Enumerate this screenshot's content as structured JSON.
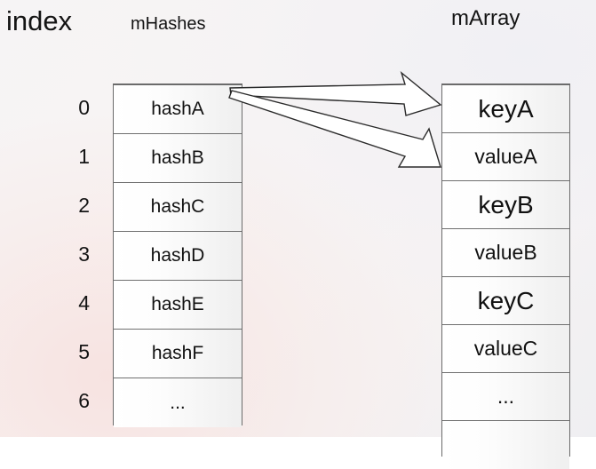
{
  "diagram": {
    "title_index": "index",
    "title_hashes": "mHashes",
    "title_array": "mArray",
    "stroke_color": "#2b2b2b",
    "border_color": "#6b6b6b",
    "text_color": "#111111"
  },
  "index_column": {
    "labels": [
      "0",
      "1",
      "2",
      "3",
      "4",
      "5",
      "6"
    ]
  },
  "hashes_table": {
    "cells": [
      {
        "text": "hashA"
      },
      {
        "text": "hashB"
      },
      {
        "text": "hashC"
      },
      {
        "text": "hashD"
      },
      {
        "text": "hashE"
      },
      {
        "text": "hashF"
      },
      {
        "text": "..."
      }
    ]
  },
  "array_table": {
    "cells": [
      {
        "text": "keyA",
        "kind": "key"
      },
      {
        "text": "valueA",
        "kind": "value"
      },
      {
        "text": "keyB",
        "kind": "key"
      },
      {
        "text": "valueB",
        "kind": "value"
      },
      {
        "text": "keyC",
        "kind": "key"
      },
      {
        "text": "valueC",
        "kind": "value"
      },
      {
        "text": "...",
        "kind": "ellipsis"
      },
      {
        "text": "",
        "kind": "blank"
      }
    ]
  },
  "arrows": [
    {
      "name": "arrow-hasha-to-keya",
      "from": "hashA cell",
      "to": "keyA cell"
    },
    {
      "name": "arrow-hasha-to-valuea",
      "from": "hashA cell",
      "to": "valueA cell"
    }
  ]
}
